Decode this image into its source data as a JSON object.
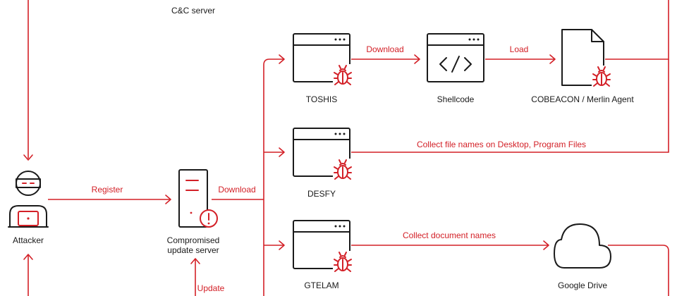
{
  "nodes": {
    "cc_server": "C&C server",
    "attacker": "Attacker",
    "update_server": "Compromised\nupdate server",
    "toshis": "TOSHIS",
    "shellcode": "Shellcode",
    "cobeacon": "COBEACON / Merlin Agent",
    "desfy": "DESFY",
    "gtelam": "GTELAM",
    "google_drive": "Google Drive"
  },
  "edges": {
    "register": "Register",
    "download_from_server": "Download",
    "download_shellcode": "Download",
    "load": "Load",
    "collect_desktop": "Collect file names on Desktop, Program Files",
    "collect_documents": "Collect document names",
    "update": "Update"
  },
  "colors": {
    "accent": "#d32027",
    "ink": "#1a1a1a"
  }
}
